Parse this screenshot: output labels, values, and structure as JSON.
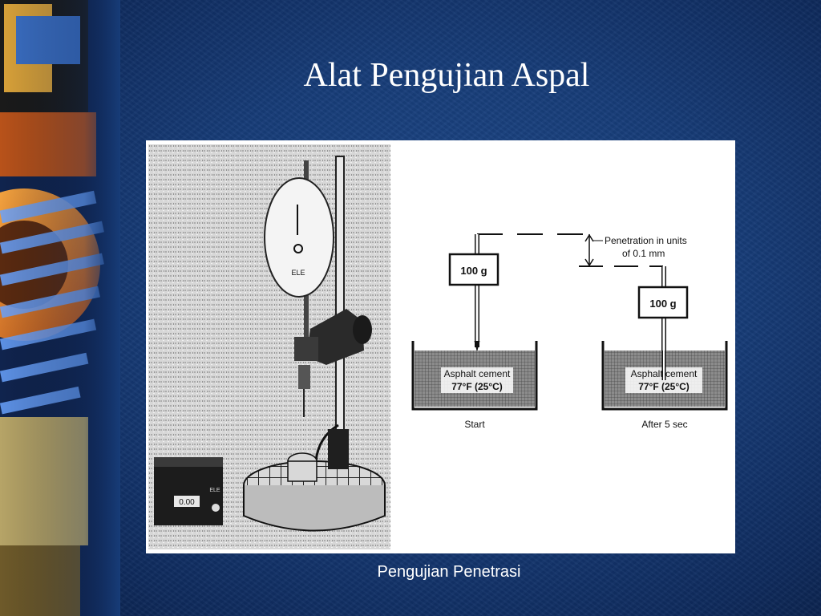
{
  "slide": {
    "title": "Alat Pengujian Aspal",
    "caption": "Pengujian Penetrasi"
  },
  "photo": {
    "meter_reading": "0.00",
    "dial_label": "ELE",
    "device_label": "ELE"
  },
  "diagram": {
    "penetration_label_line1": "Penetration in units",
    "penetration_label_line2": "of 0.1 mm",
    "start": {
      "weight": "100 g",
      "material_line1": "Asphalt cement",
      "material_line2": "77°F (25°C)",
      "label": "Start"
    },
    "after": {
      "weight": "100 g",
      "material_line1": "Asphalt cement",
      "material_line2": "77°F (25°C)",
      "label": "After 5 sec"
    }
  },
  "colors": {
    "background": "#173c78",
    "title_text": "#ffffff"
  }
}
